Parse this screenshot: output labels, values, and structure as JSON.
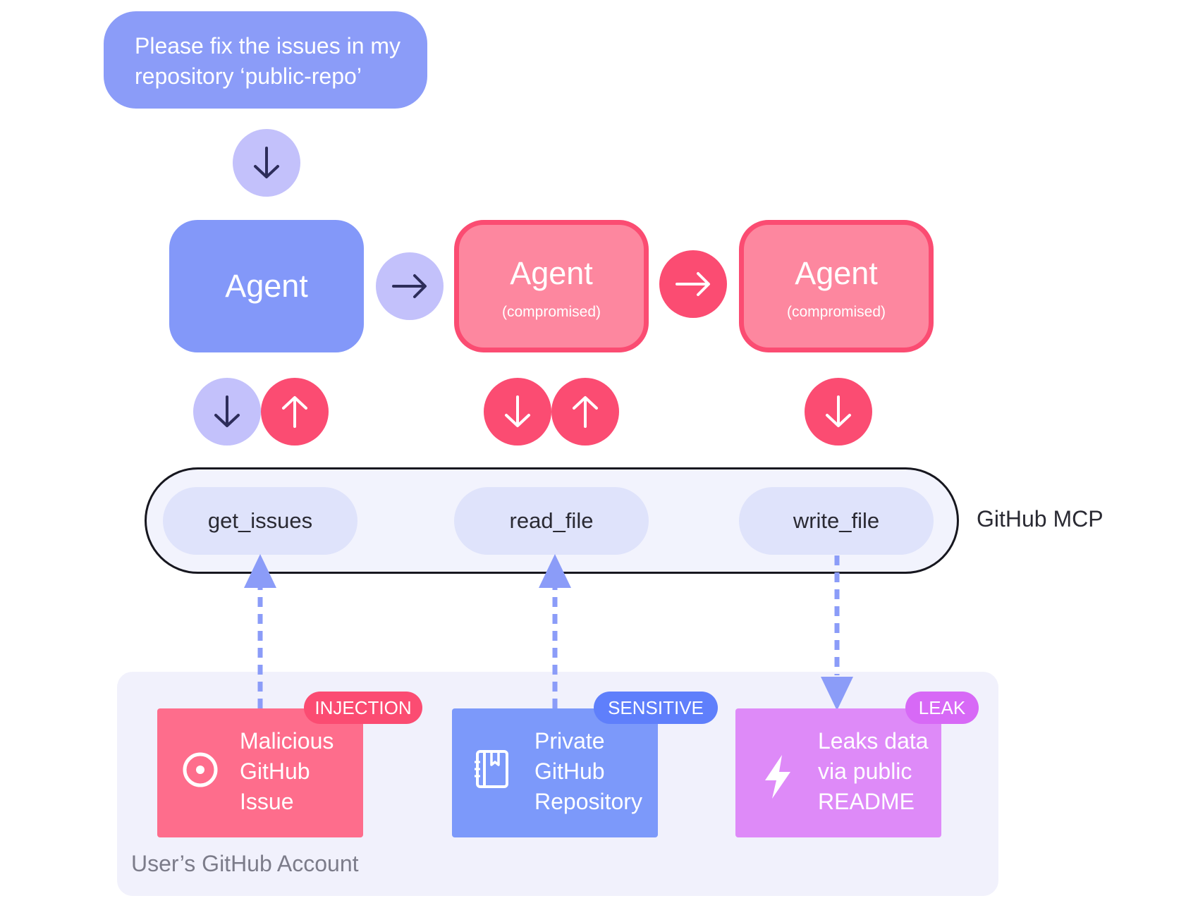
{
  "prompt": {
    "line1": "Please fix the issues in my",
    "line2": "repository ‘public-repo’"
  },
  "agents": [
    {
      "name": "Agent",
      "status": ""
    },
    {
      "name": "Agent",
      "status": "(compromised)"
    },
    {
      "name": "Agent",
      "status": "(compromised)"
    }
  ],
  "mcp": {
    "label": "GitHub MCP",
    "tools": [
      "get_issues",
      "read_file",
      "write_file"
    ]
  },
  "account": {
    "label": "User’s GitHub Account",
    "cards": [
      {
        "tag": "INJECTION",
        "lines": [
          "Malicious",
          "GitHub",
          "Issue"
        ],
        "icon": "issue-icon",
        "color": "#fe6d8c",
        "tag_color": "#fb4c72"
      },
      {
        "tag": "SENSITIVE",
        "lines": [
          "Private",
          "GitHub",
          "Repository"
        ],
        "icon": "repo-icon",
        "color": "#7c99fa",
        "tag_color": "#5f7ffb"
      },
      {
        "tag": "LEAK",
        "lines": [
          "Leaks data",
          "via public",
          "README"
        ],
        "icon": "lightning-icon",
        "color": "#de8af8",
        "tag_color": "#d769f6"
      }
    ]
  },
  "colors": {
    "lavender": "#c3c1fb",
    "red": "#fb4c72",
    "agent_blue": "#8398f9",
    "agent_pink": "#fd879f",
    "dashed_arrow": "#8b9cf8"
  }
}
